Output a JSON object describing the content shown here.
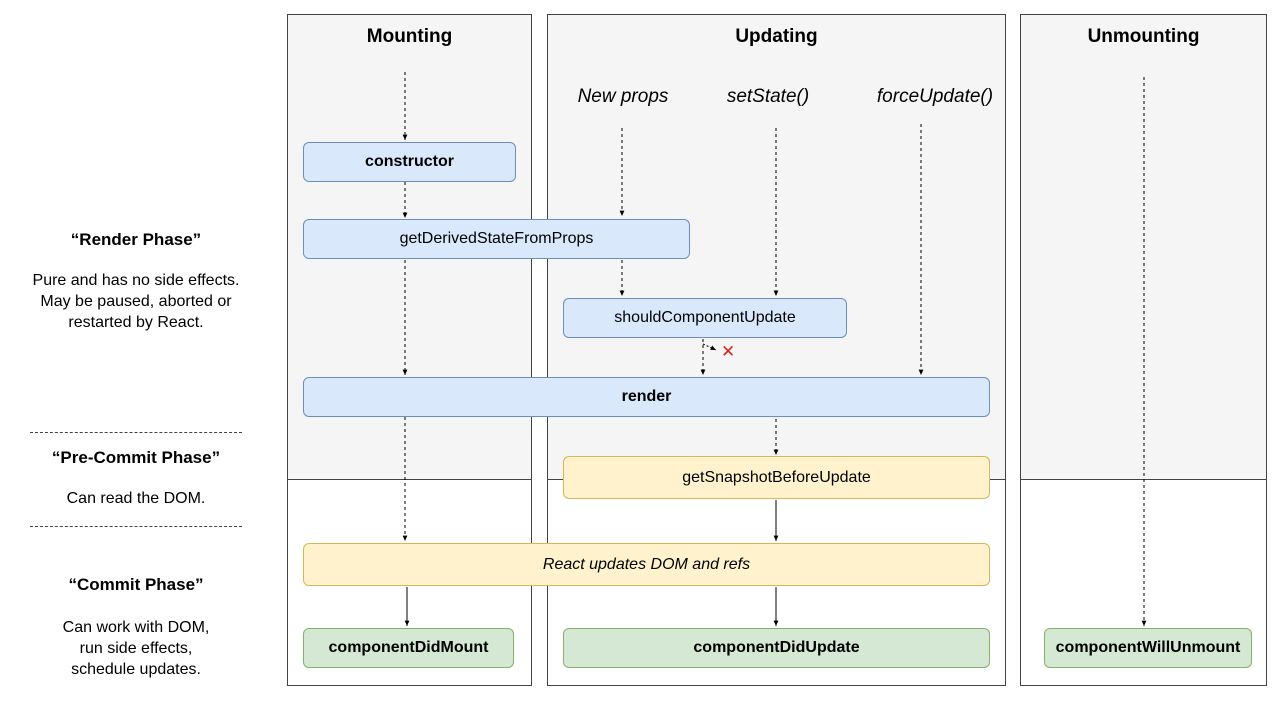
{
  "columns": {
    "mounting": {
      "title": "Mounting"
    },
    "updating": {
      "title": "Updating",
      "triggers": [
        "New props",
        "setState()",
        "forceUpdate()"
      ]
    },
    "unmounting": {
      "title": "Unmounting"
    }
  },
  "methods": {
    "constructor": "constructor",
    "get_derived_state_from_props": "getDerivedStateFromProps",
    "should_component_update": "shouldComponentUpdate",
    "render": "render",
    "get_snapshot_before_update": "getSnapshotBeforeUpdate",
    "react_updates_dom": "React updates DOM and refs",
    "component_did_mount": "componentDidMount",
    "component_did_update": "componentDidUpdate",
    "component_will_unmount": "componentWillUnmount"
  },
  "phases": {
    "render": {
      "title": "“Render Phase”",
      "lines": [
        "Pure and has no side effects.",
        "May be paused, aborted or",
        "restarted by React."
      ]
    },
    "pre_commit": {
      "title": "“Pre-Commit Phase”",
      "lines": [
        "Can read the DOM."
      ]
    },
    "commit": {
      "title": "“Commit Phase”",
      "lines": [
        "Can work with DOM,",
        "run side effects,",
        "schedule updates."
      ]
    }
  },
  "symbols": {
    "cancel": "✕"
  },
  "colors": {
    "render_phase_bg": "#f5f5f5",
    "blue_fill": "#dae8fc",
    "blue_stroke": "#6c8ebf",
    "yellow_fill": "#fff2cc",
    "yellow_stroke": "#d6b656",
    "green_fill": "#d5e8d4",
    "green_stroke": "#82b366",
    "cancel_red": "#d9251d"
  }
}
